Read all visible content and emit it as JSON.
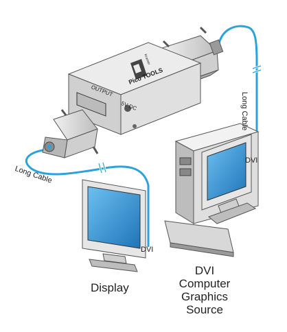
{
  "device": {
    "brand": "Kramer",
    "series": "Pico TOOLS",
    "output_port_label": "OUTPUT",
    "power_port_label": "5V DC"
  },
  "labels": {
    "long_cable_top": "Long Cable",
    "long_cable_bottom": "Long Cable",
    "dvi_source": "DVI",
    "dvi_display": "DVI",
    "display": "Display",
    "source_line1": "DVI",
    "source_line2": "Computer",
    "source_line3": "Graphics",
    "source_line4": "Source"
  },
  "colors": {
    "cable": "#2aa3dc",
    "screen": "#2b8fd3",
    "device_body": "#d9d9d9",
    "device_outline": "#555555"
  }
}
